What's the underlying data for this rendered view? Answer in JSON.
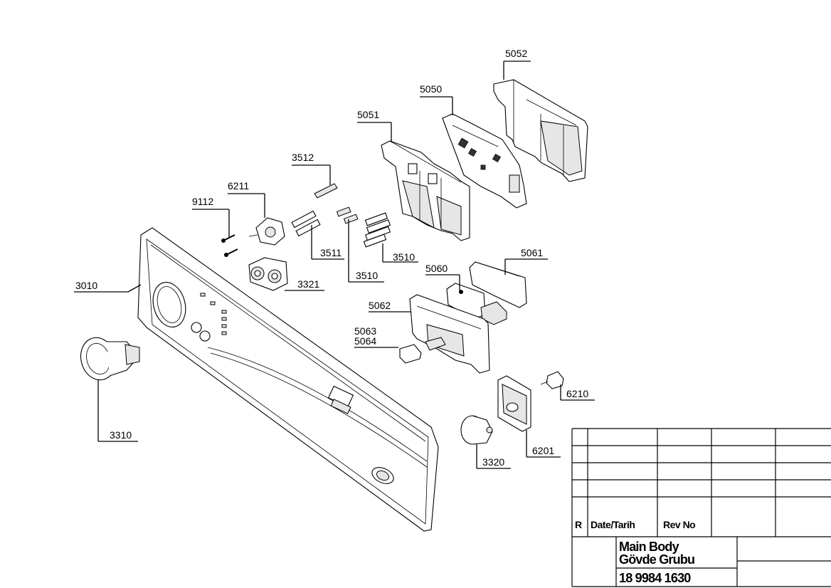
{
  "callouts": {
    "c5052": "5052",
    "c5050": "5050",
    "c5051": "5051",
    "c3512": "3512",
    "c6211": "6211",
    "c9112": "9112",
    "c3511": "3511",
    "c3510a": "3510",
    "c3510b": "3510",
    "c5061": "5061",
    "c5060": "5060",
    "c3321": "3321",
    "c3010": "3010",
    "c5062": "5062",
    "c5063": "5063",
    "c5064": "5064",
    "c6210": "6210",
    "c3310": "3310",
    "c6201": "6201",
    "c3320": "3320"
  },
  "title_block": {
    "rev_label": "R",
    "date_label": "Date/Tarih",
    "revno_label": "Rev No",
    "title_line1": "Main Body",
    "title_line2": "Gövde Grubu",
    "drawing_number": "18 9984 1630"
  }
}
